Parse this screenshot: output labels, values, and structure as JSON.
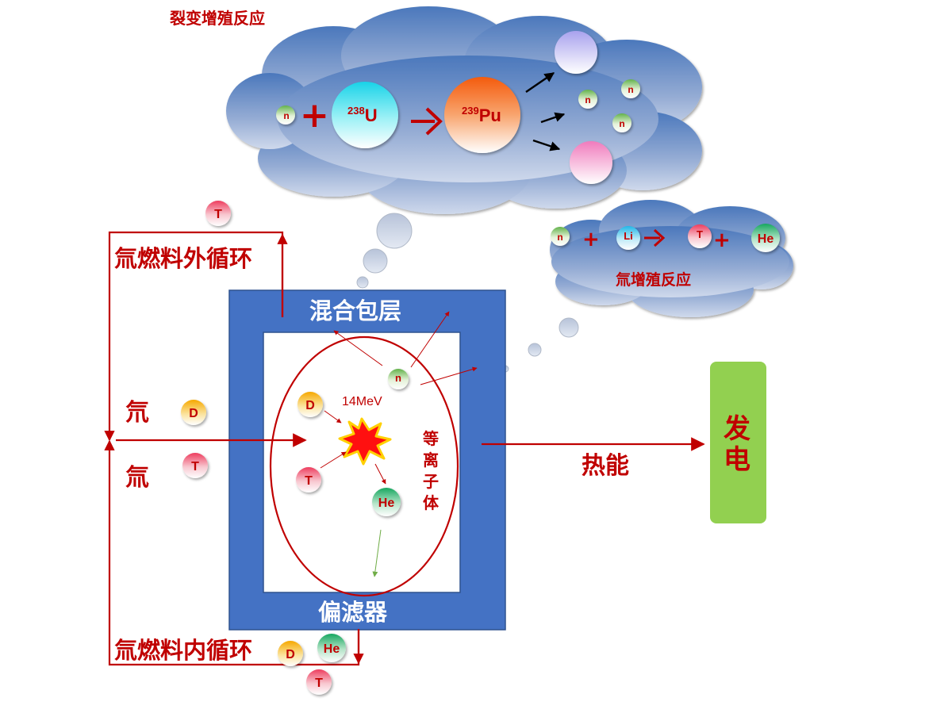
{
  "fission_title": "裂变增殖反应",
  "fission": {
    "plus": "+",
    "particles": {
      "n": "n",
      "u_mass": "238",
      "u_sym": "U",
      "pu_mass": "239",
      "pu_sym": "Pu"
    }
  },
  "tritium_breeding": {
    "title": "氚增殖反应",
    "plus": "+",
    "particles": {
      "n": "n",
      "li": "Li",
      "t": "T",
      "he": "He"
    }
  },
  "blanket_label": "混合包层",
  "divertor_label": "偏滤器",
  "plasma_label": [
    "等",
    "离",
    "子",
    "体"
  ],
  "energy_label": "14MeV",
  "reaction_particles": {
    "d": "D",
    "t": "T",
    "he": "He",
    "n": "n"
  },
  "outer_cycle_label": "氚燃料外循环",
  "inner_cycle_label": "氚燃料内循环",
  "inputs": [
    {
      "label": "氘",
      "particle": "D"
    },
    {
      "label": "氚",
      "particle": "T"
    }
  ],
  "heat_label": "热能",
  "generator_label": [
    "发",
    "电"
  ],
  "colors": {
    "title_red": "#c00000",
    "arrow_red": "#c00000",
    "blanket_blue": "#4472c4",
    "generator_green": "#92d050",
    "arrow_green": "#70ad47"
  }
}
